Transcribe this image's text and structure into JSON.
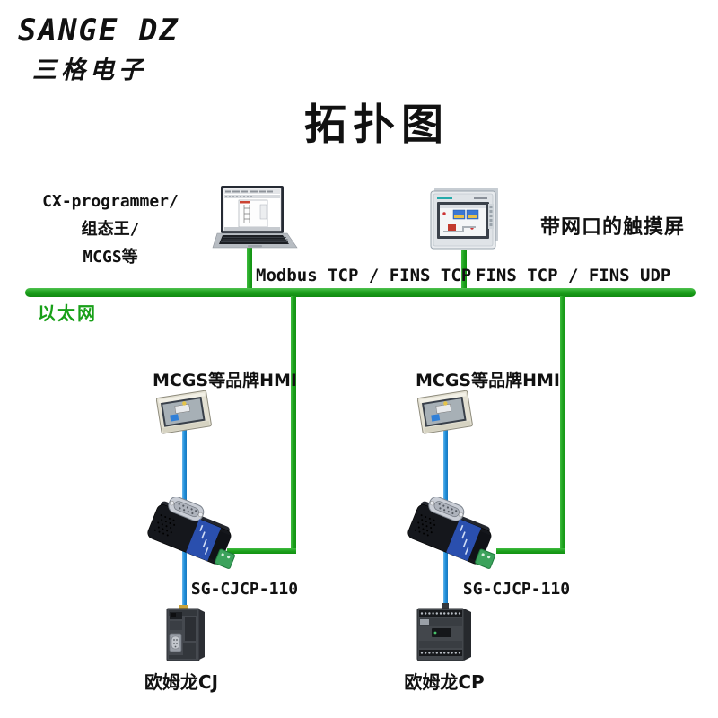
{
  "brand": {
    "name_en": "SANGE DZ",
    "name_cn": "三格电子"
  },
  "title": "拓扑图",
  "pc_software_label": {
    "line1": "CX-programmer/",
    "line2": "组态王/",
    "line3": "MCGS等"
  },
  "touchscreen_label": "带网口的触摸屏",
  "network": {
    "ethernet_label": "以太网",
    "left_protocols": "Modbus TCP / FINS TCP",
    "right_protocols": "FINS TCP / FINS UDP"
  },
  "left_branch": {
    "hmi_label": "MCGS等品牌HMI",
    "converter_model": "SG-CJCP-110",
    "plc_label": "欧姆龙CJ"
  },
  "right_branch": {
    "hmi_label": "MCGS等品牌HMI",
    "converter_model": "SG-CJCP-110",
    "plc_label": "欧姆龙CP"
  },
  "colors": {
    "ethernet_green": "#1da11d",
    "serial_blue": "#2191dd",
    "ethernet_label_green": "#18a018"
  }
}
